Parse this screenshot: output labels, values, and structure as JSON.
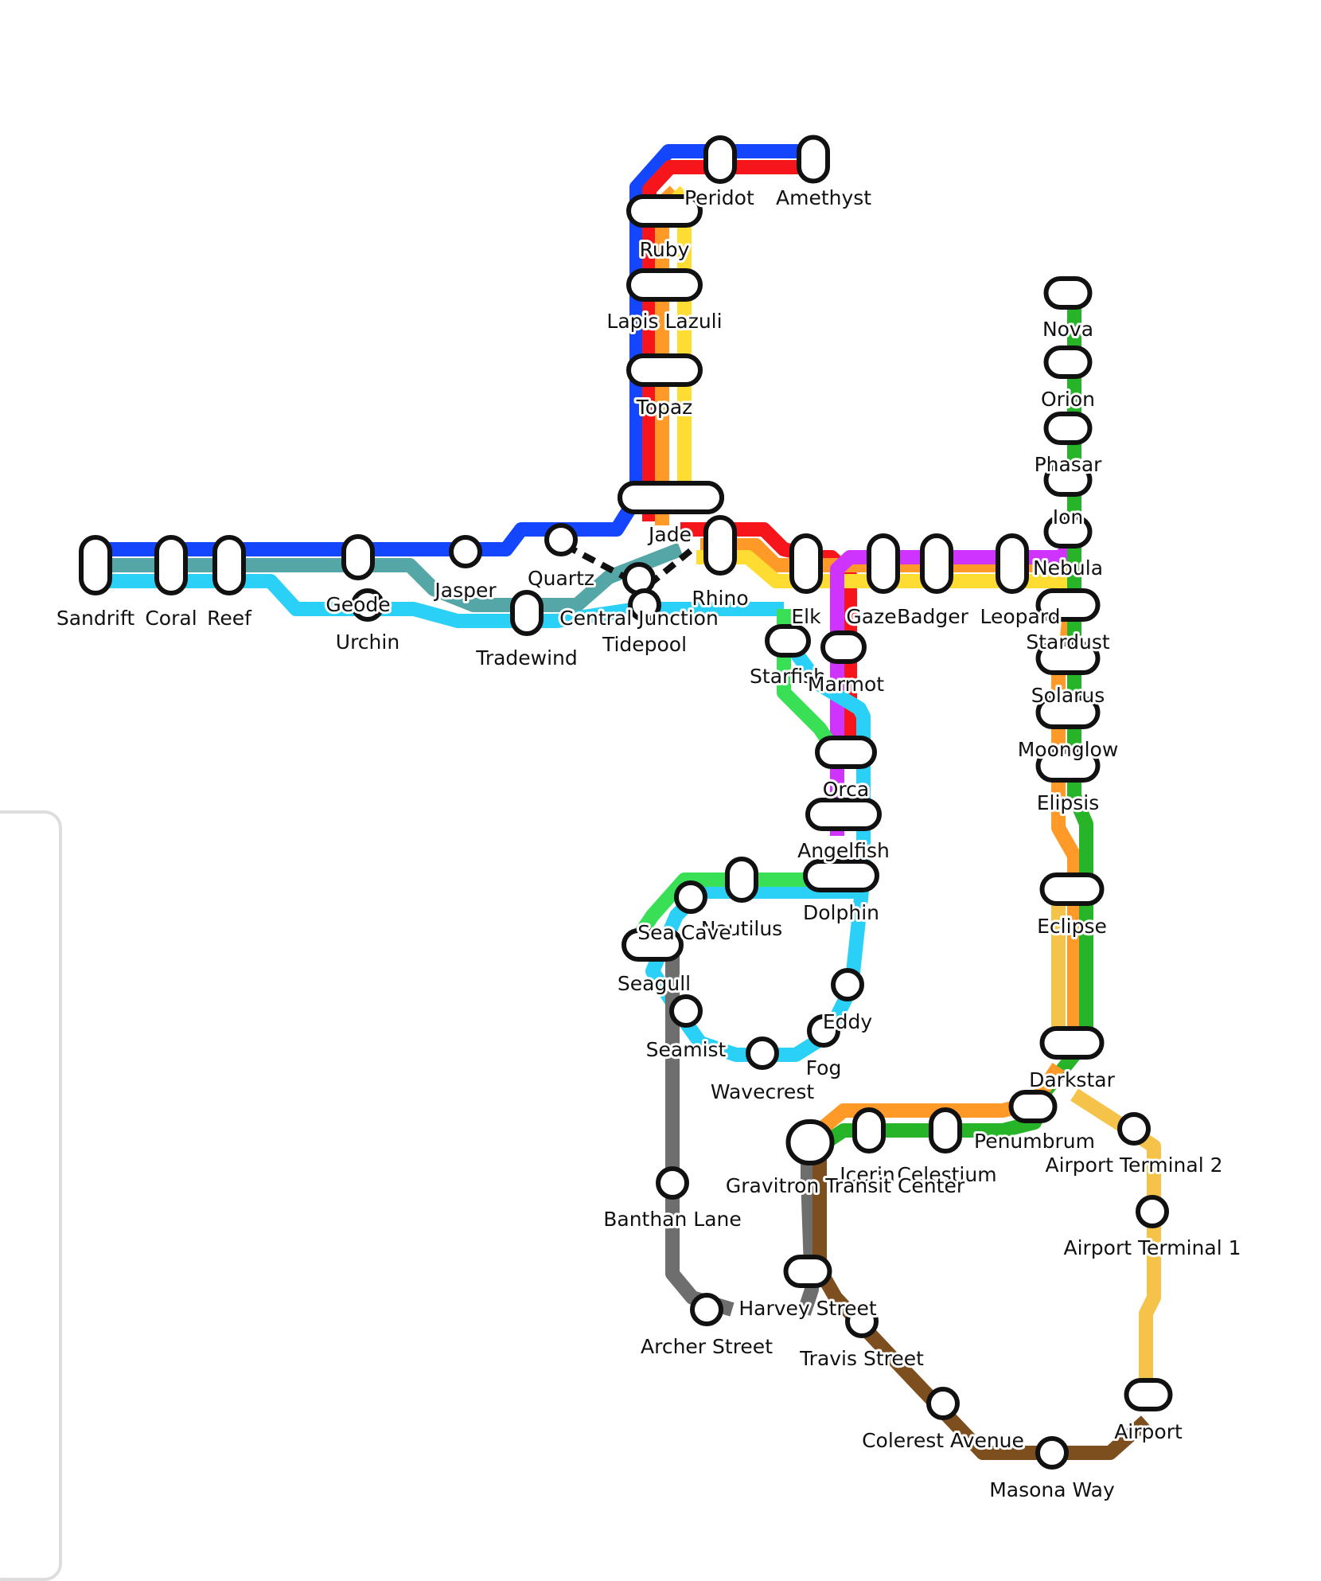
{
  "map": {
    "colors": {
      "blue": "#1446ff",
      "red": "#f5151a",
      "orange": "#ff9a28",
      "yellow": "#ffdc32",
      "amber": "#f5c24a",
      "purple": "#cf33ff",
      "green": "#28b428",
      "lightgreen": "#39e055",
      "teal": "#55a7a7",
      "cyan": "#2ad0f5",
      "gray": "#6e6e6e",
      "brown": "#7d4e1e",
      "transfer": "#111111"
    },
    "stations": [
      {
        "name": "Peridot"
      },
      {
        "name": "Amethyst"
      },
      {
        "name": "Ruby"
      },
      {
        "name": "Lapis Lazuli"
      },
      {
        "name": "Topaz"
      },
      {
        "name": "Jade"
      },
      {
        "name": "Rhino"
      },
      {
        "name": "Quartz"
      },
      {
        "name": "Central Junction"
      },
      {
        "name": "Tidepool"
      },
      {
        "name": "Jasper"
      },
      {
        "name": "Tradewind"
      },
      {
        "name": "Sandrift"
      },
      {
        "name": "Coral"
      },
      {
        "name": "Reef"
      },
      {
        "name": "Geode"
      },
      {
        "name": "Urchin"
      },
      {
        "name": "Elk"
      },
      {
        "name": "Gaze"
      },
      {
        "name": "Badger"
      },
      {
        "name": "Leopard"
      },
      {
        "name": "Starfish"
      },
      {
        "name": "Marmot"
      },
      {
        "name": "Orca"
      },
      {
        "name": "Angelfish"
      },
      {
        "name": "Dolphin"
      },
      {
        "name": "Nautilus"
      },
      {
        "name": "Sea Cave"
      },
      {
        "name": "Seagull"
      },
      {
        "name": "Seamist"
      },
      {
        "name": "Wavecrest"
      },
      {
        "name": "Fog"
      },
      {
        "name": "Eddy"
      },
      {
        "name": "Nova"
      },
      {
        "name": "Orion"
      },
      {
        "name": "Phasar"
      },
      {
        "name": "Ion"
      },
      {
        "name": "Nebula"
      },
      {
        "name": "Stardust"
      },
      {
        "name": "Solarus"
      },
      {
        "name": "Moonglow"
      },
      {
        "name": "Elipsis"
      },
      {
        "name": "Eclipse"
      },
      {
        "name": "Darkstar"
      },
      {
        "name": "Penumbrum"
      },
      {
        "name": "Celestium"
      },
      {
        "name": "Icerin"
      },
      {
        "name": "Gravitron Transit Center"
      },
      {
        "name": "Airport Terminal 2"
      },
      {
        "name": "Airport Terminal 1"
      },
      {
        "name": "Airport"
      },
      {
        "name": "Banthan Lane"
      },
      {
        "name": "Archer Street"
      },
      {
        "name": "Harvey Street"
      },
      {
        "name": "Travis Street"
      },
      {
        "name": "Colerest Avenue"
      },
      {
        "name": "Masona Way"
      }
    ]
  }
}
